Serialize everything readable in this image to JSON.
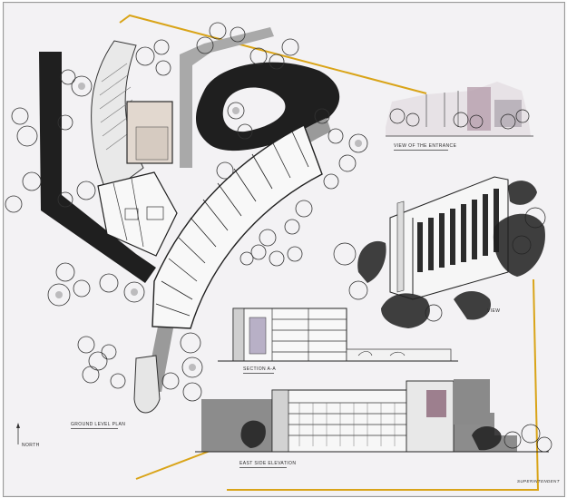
{
  "labels": {
    "view_entrance": "VIEW OF THE ENTRANCE",
    "view": "VIEW",
    "section": "SECTION A-A",
    "ground_plan": "GROUND LEVEL PLAN",
    "north": "NORTH",
    "east_elevation": "EAST SIDE ELEVATION",
    "signature": "SUPERINTENDENT"
  },
  "colors": {
    "board": "#f3f2f4",
    "ink": "#1e1e1e",
    "paving": "#9a9a9a",
    "accent_line": "#d9a418"
  }
}
